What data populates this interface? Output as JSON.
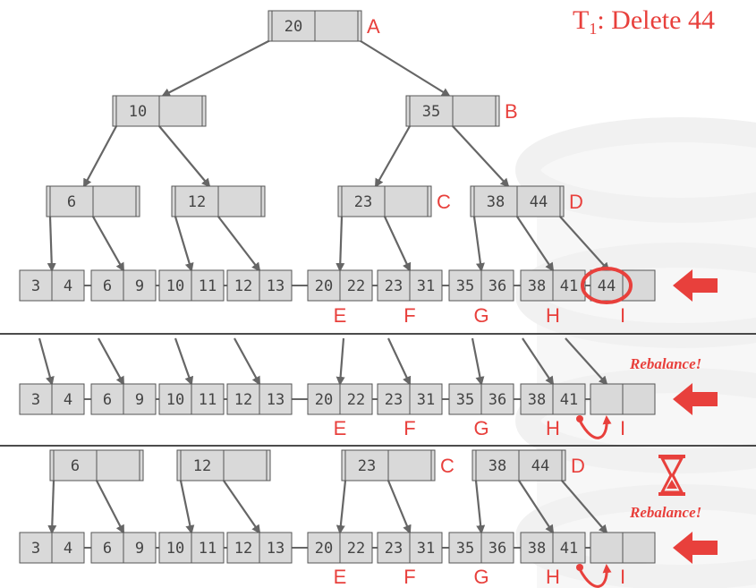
{
  "title": {
    "main": "T",
    "sub": "1",
    "rest": ": Delete 44"
  },
  "colors": {
    "accent": "#e8403c",
    "node_fill": "#d9d9d9",
    "edge": "#666666",
    "bg_shape": "#eeeeee"
  },
  "panel1": {
    "root": {
      "keys": [
        "20",
        ""
      ],
      "label": "A"
    },
    "inner": [
      {
        "keys": [
          "10",
          ""
        ],
        "label": ""
      },
      {
        "keys": [
          "35",
          ""
        ],
        "label": "B"
      }
    ],
    "level2": [
      {
        "keys": [
          "6",
          ""
        ],
        "label": ""
      },
      {
        "keys": [
          "12",
          ""
        ],
        "label": ""
      },
      {
        "keys": [
          "23",
          ""
        ],
        "label": "C"
      },
      {
        "keys": [
          "38",
          "44"
        ],
        "label": "D"
      }
    ],
    "leaves": [
      {
        "keys": [
          "3",
          "4"
        ],
        "label": ""
      },
      {
        "keys": [
          "6",
          "9"
        ],
        "label": ""
      },
      {
        "keys": [
          "10",
          "11"
        ],
        "label": ""
      },
      {
        "keys": [
          "12",
          "13"
        ],
        "label": ""
      },
      {
        "keys": [
          "20",
          "22"
        ],
        "label": "E"
      },
      {
        "keys": [
          "23",
          "31"
        ],
        "label": "F"
      },
      {
        "keys": [
          "35",
          "36"
        ],
        "label": "G"
      },
      {
        "keys": [
          "38",
          "41"
        ],
        "label": "H"
      },
      {
        "keys": [
          "44",
          ""
        ],
        "label": "I"
      }
    ]
  },
  "panel2": {
    "note": "Rebalance!",
    "leaves": [
      {
        "keys": [
          "3",
          "4"
        ],
        "label": ""
      },
      {
        "keys": [
          "6",
          "9"
        ],
        "label": ""
      },
      {
        "keys": [
          "10",
          "11"
        ],
        "label": ""
      },
      {
        "keys": [
          "12",
          "13"
        ],
        "label": ""
      },
      {
        "keys": [
          "20",
          "22"
        ],
        "label": "E"
      },
      {
        "keys": [
          "23",
          "31"
        ],
        "label": "F"
      },
      {
        "keys": [
          "35",
          "36"
        ],
        "label": "G"
      },
      {
        "keys": [
          "38",
          "41"
        ],
        "label": "H"
      },
      {
        "keys": [
          "",
          ""
        ],
        "label": "I"
      }
    ]
  },
  "panel3": {
    "note": "Rebalance!",
    "inner": [
      {
        "keys": [
          "6",
          ""
        ],
        "label": ""
      },
      {
        "keys": [
          "12",
          ""
        ],
        "label": ""
      },
      {
        "keys": [
          "23",
          ""
        ],
        "label": "C"
      },
      {
        "keys": [
          "38",
          "44"
        ],
        "label": "D"
      }
    ],
    "leaves": [
      {
        "keys": [
          "3",
          "4"
        ],
        "label": ""
      },
      {
        "keys": [
          "6",
          "9"
        ],
        "label": ""
      },
      {
        "keys": [
          "10",
          "11"
        ],
        "label": ""
      },
      {
        "keys": [
          "12",
          "13"
        ],
        "label": ""
      },
      {
        "keys": [
          "20",
          "22"
        ],
        "label": "E"
      },
      {
        "keys": [
          "23",
          "31"
        ],
        "label": "F"
      },
      {
        "keys": [
          "35",
          "36"
        ],
        "label": "G"
      },
      {
        "keys": [
          "38",
          "41"
        ],
        "label": "H"
      },
      {
        "keys": [
          "",
          ""
        ],
        "label": "I"
      }
    ]
  }
}
